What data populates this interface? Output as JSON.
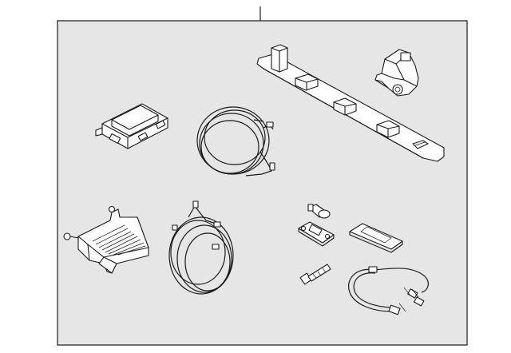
{
  "diagram": {
    "colors": {
      "panel_background": "#e6e6e6",
      "line": "#1a1a1a",
      "part_fill": "#ffffff"
    },
    "parts": [
      {
        "name": "trunk-lid-garnish-bar"
      },
      {
        "name": "rear-view-camera"
      },
      {
        "name": "control-module"
      },
      {
        "name": "camera-wire-harness-upper"
      },
      {
        "name": "mounting-bracket"
      },
      {
        "name": "camera-wire-harness-lower"
      },
      {
        "name": "license-lamp-bulb"
      },
      {
        "name": "license-lamp-socket"
      },
      {
        "name": "license-lamp-lens"
      },
      {
        "name": "bolt"
      },
      {
        "name": "connector-cable"
      }
    ]
  }
}
